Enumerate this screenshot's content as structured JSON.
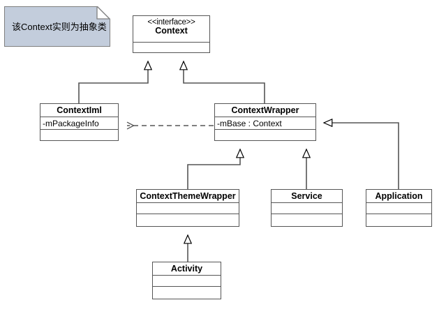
{
  "diagram": {
    "title": "Android Context class hierarchy UML diagram",
    "type": "uml-class-diagram",
    "colors": {
      "note_fill": "#c3cddc",
      "note_border": "#7f7f7f",
      "class_fill": "#ffffff",
      "class_border": "#555555",
      "edge": "#555555",
      "text": "#000000",
      "background": "#ffffff"
    },
    "note": {
      "text": "该Context实则为抽象类"
    },
    "classes": [
      {
        "id": "context",
        "stereotype": "<<interface>>",
        "name": "Context",
        "attributes": [],
        "compartments": 1
      },
      {
        "id": "contextiml",
        "stereotype": "",
        "name": "ContextIml",
        "attributes": [
          "-mPackageInfo"
        ],
        "compartments": 2
      },
      {
        "id": "contextwrapper",
        "stereotype": "",
        "name": "ContextWrapper",
        "attributes": [
          "-mBase : Context"
        ],
        "compartments": 2
      },
      {
        "id": "contextthemewrapper",
        "stereotype": "",
        "name": "ContextThemeWrapper",
        "attributes": [
          ""
        ],
        "compartments": 2
      },
      {
        "id": "service",
        "stereotype": "",
        "name": "Service",
        "attributes": [
          ""
        ],
        "compartments": 2
      },
      {
        "id": "application",
        "stereotype": "",
        "name": "Application",
        "attributes": [
          ""
        ],
        "compartments": 2
      },
      {
        "id": "activity",
        "stereotype": "",
        "name": "Activity",
        "attributes": [
          ""
        ],
        "compartments": 2
      }
    ],
    "relationships": [
      {
        "from": "ContextIml",
        "to": "Context",
        "type": "generalization"
      },
      {
        "from": "ContextWrapper",
        "to": "Context",
        "type": "generalization"
      },
      {
        "from": "ContextWrapper",
        "to": "ContextIml",
        "type": "dependency"
      },
      {
        "from": "ContextThemeWrapper",
        "to": "ContextWrapper",
        "type": "generalization"
      },
      {
        "from": "Service",
        "to": "ContextWrapper",
        "type": "generalization"
      },
      {
        "from": "Application",
        "to": "ContextWrapper",
        "type": "generalization"
      },
      {
        "from": "Activity",
        "to": "ContextThemeWrapper",
        "type": "generalization"
      }
    ]
  }
}
